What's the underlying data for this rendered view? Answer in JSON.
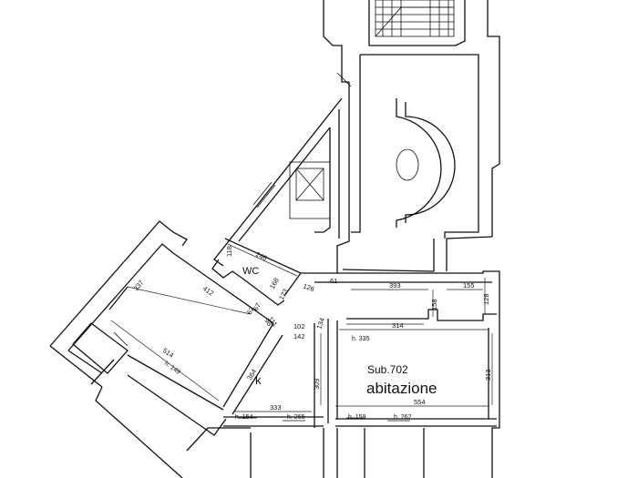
{
  "unit": {
    "sub": "Sub.702",
    "name": "abitazione"
  },
  "rooms": {
    "wc": "WC",
    "kitchen": "k"
  },
  "dimensions": {
    "d337": "337",
    "d412": "412",
    "d514": "514",
    "d364": "364",
    "d333": "333",
    "d309": "309",
    "d554": "554",
    "d313": "313",
    "d393": "393",
    "d314": "314",
    "d155": "155",
    "d128": "128",
    "d158": "158",
    "d118": "118",
    "d246": "246",
    "d168": "168",
    "d173": "173",
    "d126": "126",
    "d61": "61",
    "d111": "111",
    "d98": "98",
    "d102": "102",
    "d142": "142",
    "d134": "134",
    "d67": "67",
    "d62": "62"
  },
  "heights": {
    "h149": "h. 149",
    "h335": "h. 335",
    "h154": "h. 154",
    "h265": "h. 265",
    "h159": "h. 159",
    "h262": "h. 262"
  }
}
